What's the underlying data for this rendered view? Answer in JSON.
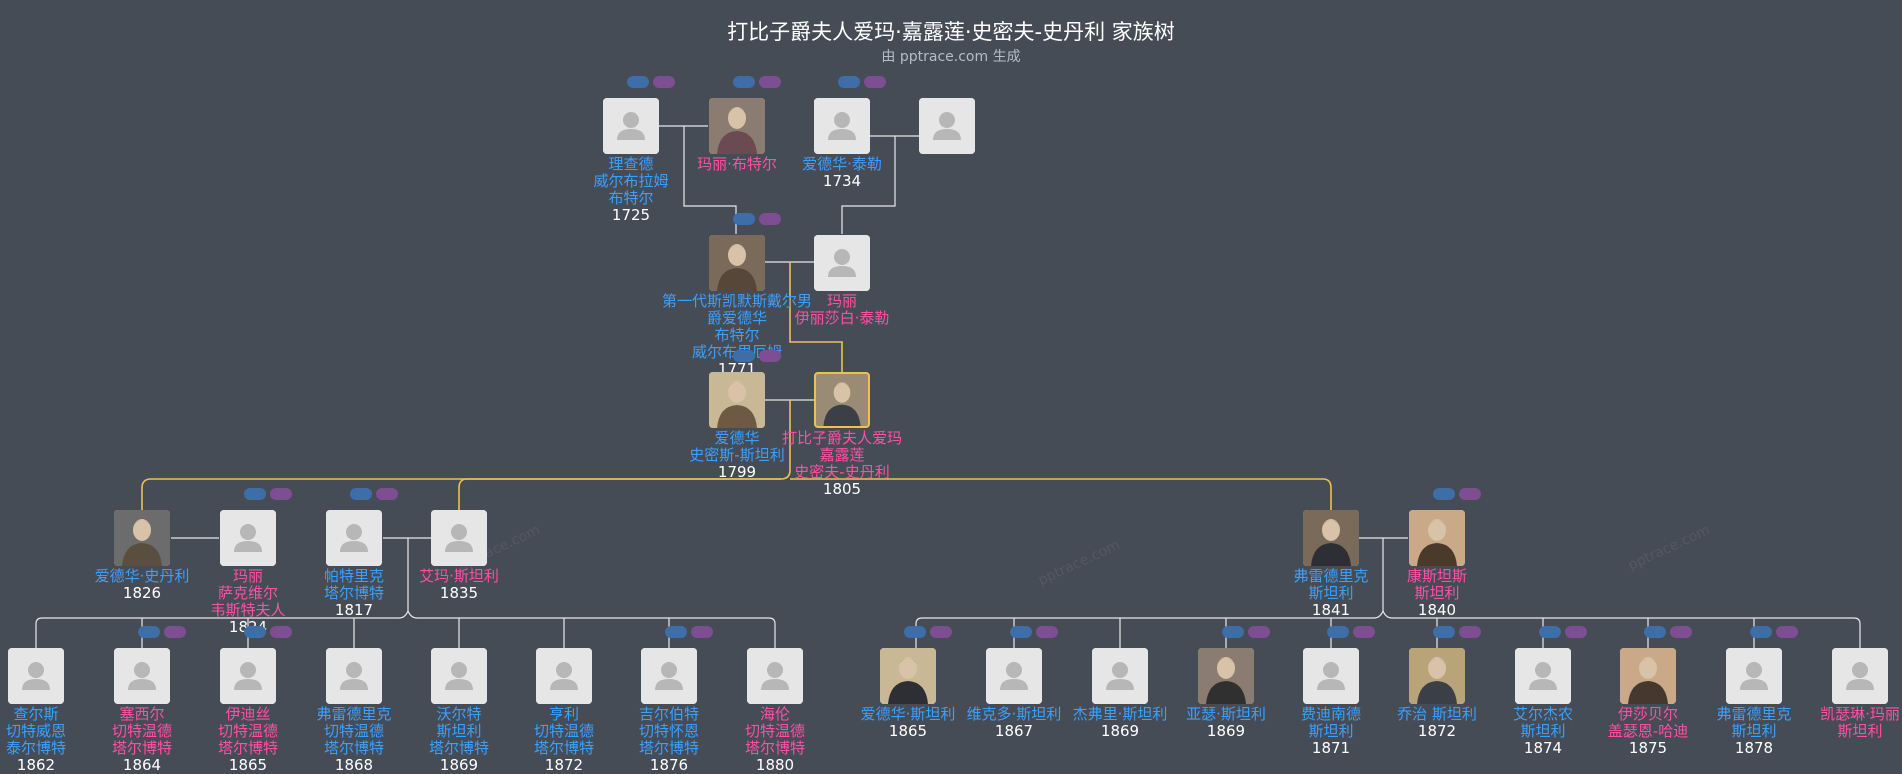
{
  "title": "打比子爵夫人爱玛·嘉露莲·史密夫-史丹利 家族树",
  "subtitle": "由 pptrace.com 生成",
  "watermark": "pptrace.com",
  "colors": {
    "male": "#3aa0ff",
    "female": "#ff4fa5",
    "line": "#e8e8e8",
    "highlight": "#f1c04c",
    "background": "#464c56"
  },
  "people": [
    {
      "id": "p1",
      "lines": [
        "理查德",
        "威尔布拉姆",
        "布特尔"
      ],
      "year": "1725",
      "sex": "m",
      "photo": false
    },
    {
      "id": "p2",
      "lines": [
        "玛丽·布特尔"
      ],
      "year": "",
      "sex": "f",
      "photo": true
    },
    {
      "id": "p3",
      "lines": [
        "爱德华·泰勒"
      ],
      "year": "1734",
      "sex": "m",
      "photo": false
    },
    {
      "id": "p4",
      "lines": [],
      "year": "",
      "sex": "f",
      "photo": false
    },
    {
      "id": "p5",
      "lines": [
        "第一代斯凯默斯戴尔男爵爱德华",
        "布特尔",
        "威尔布里厄姆"
      ],
      "year": "1771",
      "sex": "m",
      "photo": true
    },
    {
      "id": "p6",
      "lines": [
        "玛丽",
        "伊丽莎白·泰勒"
      ],
      "year": "",
      "sex": "f",
      "photo": false
    },
    {
      "id": "p7",
      "lines": [
        "爱德华",
        "史密斯-斯坦利"
      ],
      "year": "1799",
      "sex": "m",
      "photo": true
    },
    {
      "id": "p8",
      "lines": [
        "打比子爵夫人爱玛",
        "嘉露莲",
        "史密夫-史丹利"
      ],
      "year": "1805",
      "sex": "f",
      "photo": true,
      "self": true
    },
    {
      "id": "c1",
      "lines": [
        "爱德华·史丹利"
      ],
      "year": "1826",
      "sex": "m",
      "photo": true
    },
    {
      "id": "c1s",
      "lines": [
        "玛丽",
        "萨克维尔",
        "韦斯特夫人"
      ],
      "year": "1824",
      "sex": "f",
      "photo": false
    },
    {
      "id": "c2s",
      "lines": [
        "帕特里克",
        "塔尔博特"
      ],
      "year": "1817",
      "sex": "m",
      "photo": false
    },
    {
      "id": "c2",
      "lines": [
        "艾玛·斯坦利"
      ],
      "year": "1835",
      "sex": "f",
      "photo": false
    },
    {
      "id": "c3",
      "lines": [
        "弗雷德里克",
        "斯坦利"
      ],
      "year": "1841",
      "sex": "m",
      "photo": true
    },
    {
      "id": "c3s",
      "lines": [
        "康斯坦斯",
        "斯坦利"
      ],
      "year": "1840",
      "sex": "f",
      "photo": true
    },
    {
      "id": "g1",
      "lines": [
        "查尔斯",
        "切特威恩",
        "泰尔博特"
      ],
      "year": "1862",
      "sex": "m",
      "photo": false
    },
    {
      "id": "g2",
      "lines": [
        "塞西尔",
        "切特温德",
        "塔尔博特"
      ],
      "year": "1864",
      "sex": "f",
      "photo": false
    },
    {
      "id": "g3",
      "lines": [
        "伊迪丝",
        "切特温德",
        "塔尔博特"
      ],
      "year": "1865",
      "sex": "f",
      "photo": false
    },
    {
      "id": "g4",
      "lines": [
        "弗雷德里克",
        "切特温德",
        "塔尔博特"
      ],
      "year": "1868",
      "sex": "m",
      "photo": false
    },
    {
      "id": "g5",
      "lines": [
        "沃尔特",
        "斯坦利",
        "塔尔博特"
      ],
      "year": "1869",
      "sex": "m",
      "photo": false
    },
    {
      "id": "g6",
      "lines": [
        "亨利",
        "切特温德",
        "塔尔博特"
      ],
      "year": "1872",
      "sex": "m",
      "photo": false
    },
    {
      "id": "g7",
      "lines": [
        "吉尔伯特",
        "切特怀恩",
        "塔尔博特"
      ],
      "year": "1876",
      "sex": "m",
      "photo": false
    },
    {
      "id": "g8",
      "lines": [
        "海伦",
        "切特温德",
        "塔尔博特"
      ],
      "year": "1880",
      "sex": "f",
      "photo": false
    },
    {
      "id": "h1",
      "lines": [
        "爱德华·斯坦利"
      ],
      "year": "1865",
      "sex": "m",
      "photo": true
    },
    {
      "id": "h2",
      "lines": [
        "维克多·斯坦利"
      ],
      "year": "1867",
      "sex": "m",
      "photo": false
    },
    {
      "id": "h3",
      "lines": [
        "杰弗里·斯坦利"
      ],
      "year": "1869",
      "sex": "m",
      "photo": false
    },
    {
      "id": "h4",
      "lines": [
        "亚瑟·斯坦利"
      ],
      "year": "1869",
      "sex": "m",
      "photo": true
    },
    {
      "id": "h5",
      "lines": [
        "费迪南德",
        "斯坦利"
      ],
      "year": "1871",
      "sex": "m",
      "photo": false
    },
    {
      "id": "h6",
      "lines": [
        "乔治 斯坦利"
      ],
      "year": "1872",
      "sex": "m",
      "photo": true
    },
    {
      "id": "h7",
      "lines": [
        "艾尔杰农",
        "斯坦利"
      ],
      "year": "1874",
      "sex": "m",
      "photo": false
    },
    {
      "id": "h8",
      "lines": [
        "伊莎贝尔",
        "盖瑟恩-哈迪"
      ],
      "year": "1875",
      "sex": "f",
      "photo": true
    },
    {
      "id": "h9",
      "lines": [
        "弗雷德里克",
        "斯坦利"
      ],
      "year": "1878",
      "sex": "m",
      "photo": false
    },
    {
      "id": "h10",
      "lines": [
        "凯瑟琳·玛丽",
        "斯坦利"
      ],
      "year": "",
      "sex": "f",
      "photo": false
    }
  ]
}
